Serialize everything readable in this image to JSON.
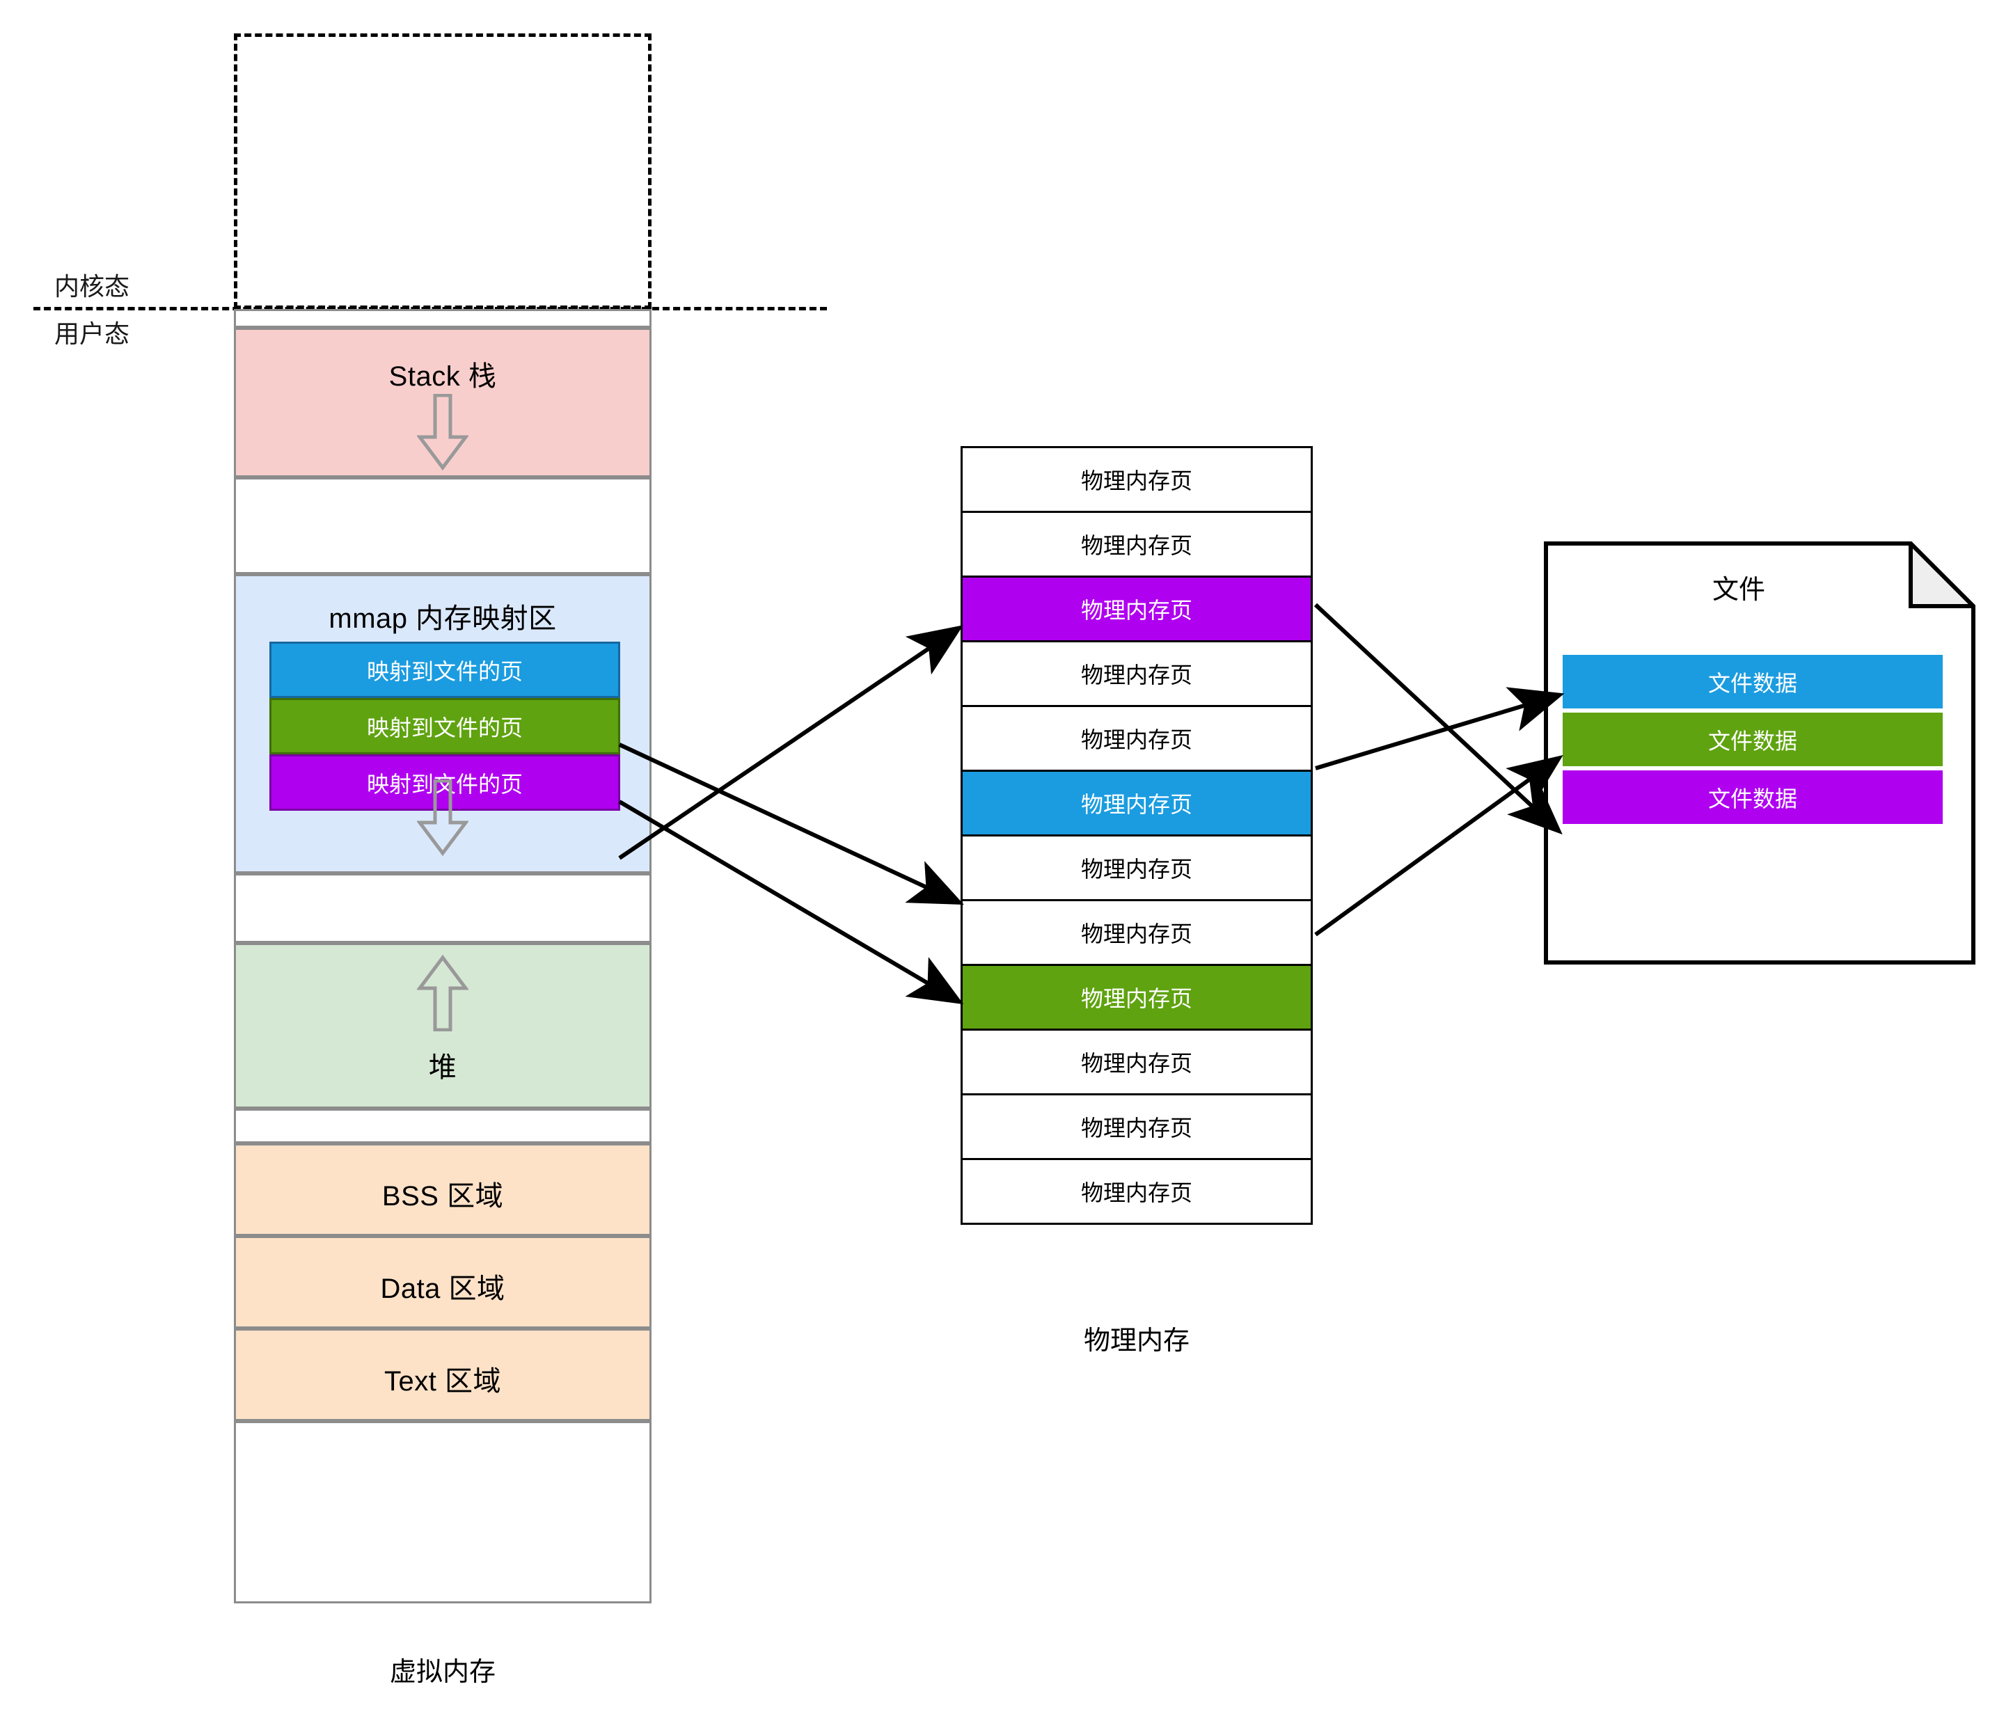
{
  "labels": {
    "kernel_mode": "内核态",
    "user_mode": "用户态",
    "virtual_memory_caption": "虚拟内存",
    "physical_memory_caption": "物理内存",
    "file_title": "文件"
  },
  "virtual_memory": {
    "segments": [
      {
        "id": "stack",
        "label": "Stack 栈",
        "color": "#f8cecc",
        "arrow": "down"
      },
      {
        "id": "gap1",
        "label": "",
        "color": "#ffffff",
        "arrow": "none"
      },
      {
        "id": "mmap",
        "label": "mmap 内存映射区",
        "color": "#dae8fc",
        "arrow": "down"
      },
      {
        "id": "gap2",
        "label": "",
        "color": "#ffffff",
        "arrow": "none"
      },
      {
        "id": "heap",
        "label": "堆",
        "color": "#d5e8d4",
        "arrow": "up"
      },
      {
        "id": "gap3",
        "label": "",
        "color": "#ffffff",
        "arrow": "none"
      },
      {
        "id": "bss",
        "label": "BSS 区域",
        "color": "#fde2c8",
        "arrow": "none"
      },
      {
        "id": "data",
        "label": "Data 区域",
        "color": "#fde2c8",
        "arrow": "none"
      },
      {
        "id": "text",
        "label": "Text 区域",
        "color": "#fde2c8",
        "arrow": "none"
      }
    ],
    "mapped_pages": [
      {
        "label": "映射到文件的页",
        "color": "#1B9CE0"
      },
      {
        "label": "映射到文件的页",
        "color": "#5FA310"
      },
      {
        "label": "映射到文件的页",
        "color": "#B000F0"
      }
    ]
  },
  "physical_memory": {
    "pages": [
      {
        "label": "物理内存页",
        "color": "#ffffff",
        "highlighted": false
      },
      {
        "label": "物理内存页",
        "color": "#ffffff",
        "highlighted": false
      },
      {
        "label": "物理内存页",
        "color": "#B000F0",
        "highlighted": true
      },
      {
        "label": "物理内存页",
        "color": "#ffffff",
        "highlighted": false
      },
      {
        "label": "物理内存页",
        "color": "#ffffff",
        "highlighted": false
      },
      {
        "label": "物理内存页",
        "color": "#1B9CE0",
        "highlighted": true
      },
      {
        "label": "物理内存页",
        "color": "#ffffff",
        "highlighted": false
      },
      {
        "label": "物理内存页",
        "color": "#ffffff",
        "highlighted": false
      },
      {
        "label": "物理内存页",
        "color": "#5FA310",
        "highlighted": true
      },
      {
        "label": "物理内存页",
        "color": "#ffffff",
        "highlighted": false
      },
      {
        "label": "物理内存页",
        "color": "#ffffff",
        "highlighted": false
      },
      {
        "label": "物理内存页",
        "color": "#ffffff",
        "highlighted": false
      }
    ]
  },
  "file": {
    "blocks": [
      {
        "label": "文件数据",
        "color": "#1B9CE0"
      },
      {
        "label": "文件数据",
        "color": "#5FA310"
      },
      {
        "label": "文件数据",
        "color": "#B000F0"
      }
    ]
  },
  "connections": [
    {
      "from": "vm-mapped-page-blue",
      "to": "pm-page-6-blue"
    },
    {
      "from": "vm-mapped-page-green",
      "to": "pm-page-9-green"
    },
    {
      "from": "vm-mapped-page-purple",
      "to": "pm-page-3-purple"
    },
    {
      "from": "pm-page-3-purple",
      "to": "file-block-purple"
    },
    {
      "from": "pm-page-6-blue",
      "to": "file-block-blue"
    },
    {
      "from": "pm-page-9-green",
      "to": "file-block-green"
    }
  ],
  "colors": {
    "blue": "#1B9CE0",
    "green": "#5FA310",
    "purple": "#B000F0",
    "stack_fill": "#f8cecc",
    "mmap_fill": "#dae8fc",
    "heap_fill": "#d5e8d4",
    "segment_fill": "#fde2c8",
    "box_stroke": "#8c8c8c",
    "line_stroke": "#000000"
  }
}
